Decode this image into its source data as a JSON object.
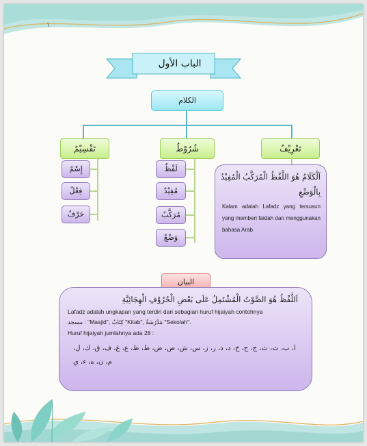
{
  "page_number": "١",
  "chapter_title": "الباب الأول",
  "tree": {
    "root": "الكلام",
    "headings": [
      "تَقْسِيْمٌ",
      "شُرُوْطٌ",
      "تَعْرِيْفٌ"
    ],
    "taqsim": [
      "إِسْمٌ",
      "فِعْلٌ",
      "حَرْفٌ"
    ],
    "syuruth": [
      "لَفْظٌ",
      "مُفِيْدٌ",
      "مُرَكَّبٌ",
      "وَضْعٌ"
    ],
    "tarif": {
      "arabic": "اَلْكَلَامُ هُوَ اللَّفْظُ الْمُرَكَّبُ الْمُفِيْدُ بِالْوَضْعِ",
      "latin": "Kalam adalah Lafadz yang tersusun yang memberi faidah dan menggunakan bahasa Arab"
    }
  },
  "bayan": {
    "heading": "البيان",
    "definition_arabic": "اَللَّفْظُ هُوَ الصَّوْتُ الْمُشْتَمِلُ عَلَى بَعْضِ الْحُرُوْفِ الْهِجَائِيَّةِ",
    "line1": "Lafadz adalah ungkapan yang terdiri dari sebagian huruf hijaiyah contohnya",
    "line2": "مسجد : \"Masjid\", كِتَابٌ \"Kitab\", مَدْرَسَةٌ \"Sekolah\".",
    "line3": "Huruf hijaiyah jumlahnya ada 28 :",
    "letters": "ا، ب، ت، ث، ج، ح، خ، د، ذ، ر، ز، س، ش، ص، ض، ط، ظ، ع، غ، ف، ق، ك، ل، م، ن، ه، ء، ي"
  }
}
